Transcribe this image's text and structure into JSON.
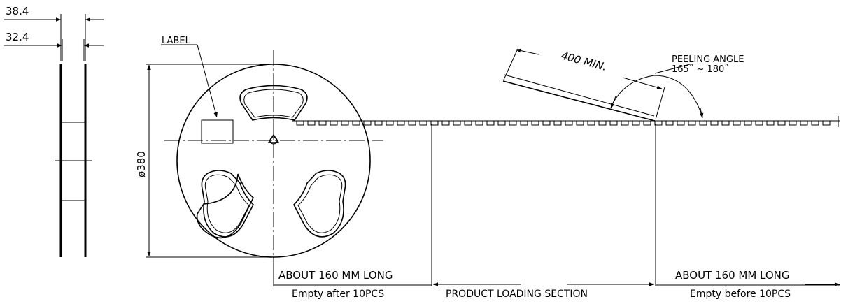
{
  "dimensions": {
    "outer_width": "38.4",
    "inner_width": "32.4",
    "reel_diameter": "ø380",
    "tape_length": "400 MIN."
  },
  "labels": {
    "label_callout": "LABEL",
    "peeling_angle_title": "PEELING ANGLE",
    "peeling_angle_range": "165˚ ~ 180˚"
  },
  "sections": {
    "leader": {
      "length": "ABOUT 160 MM LONG",
      "note": "Empty after 10PCS"
    },
    "loading": {
      "name": "PRODUCT LOADING SECTION"
    },
    "trailer": {
      "length": "ABOUT 160 MM LONG",
      "note": "Empty before 10PCS"
    }
  }
}
